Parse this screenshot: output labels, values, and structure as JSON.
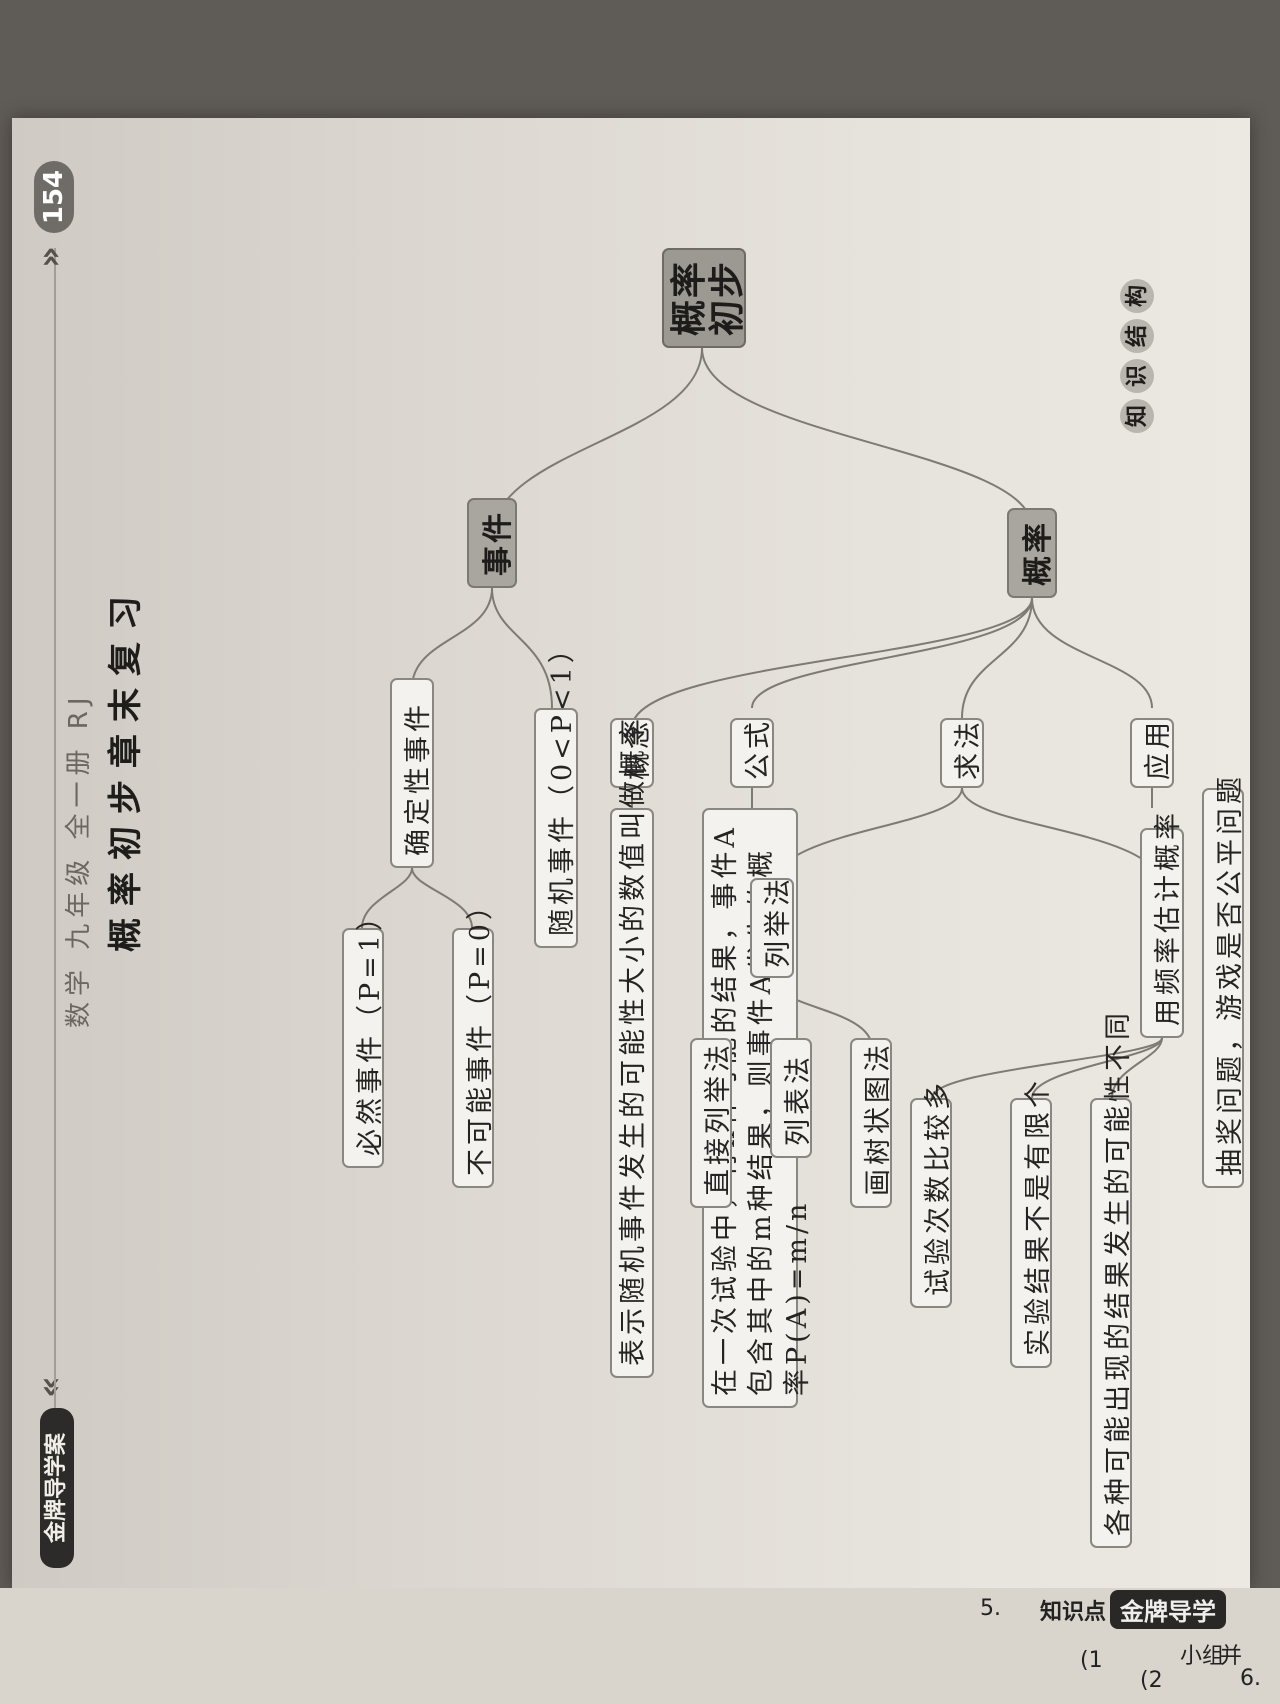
{
  "header": {
    "page_number": "154",
    "book_info": "数学  九年级  全一册  RJ",
    "brand": "金牌导学案"
  },
  "title": "概率初步章末复习",
  "section_label": [
    "知",
    "识",
    "结",
    "构"
  ],
  "mindmap": {
    "root": "概率初步",
    "event": {
      "label": "事件",
      "certain": {
        "label": "确定性事件",
        "inevitable": "必然事件（P=1）",
        "impossible": "不可能事件（P=0）"
      },
      "random": "随机事件（0<P<1）"
    },
    "probability": {
      "label": "概率",
      "concept": {
        "label": "概念",
        "text": "表示随机事件发生的可能性大小的数值叫做概率"
      },
      "formula": {
        "label": "公式",
        "text": "在一次试验中，有n种可能的结果，事件A包含其中的m种结果，则事件A发生的概率P(A)=m/n"
      },
      "methods": {
        "label": "求法",
        "enumeration": {
          "label": "列举法",
          "direct": "直接列举法",
          "table": "列表法",
          "tree": "画树状图法"
        },
        "frequency": {
          "label": "用频率估计概率",
          "many_trials": "试验次数比较多",
          "infinite": "实验结果不是有限个",
          "unequal": "各种可能出现的结果发生的可能性不同"
        }
      },
      "application": {
        "label": "应用",
        "text": "抽奖问题，游戏是否公平问题"
      }
    }
  },
  "next_page": {
    "brand": "金牌导学",
    "section": "知识点",
    "item5": "5.",
    "item6": "6.",
    "fragment1": "小组",
    "fragment2": "并",
    "paren1": "(1",
    "paren2": "(2"
  }
}
